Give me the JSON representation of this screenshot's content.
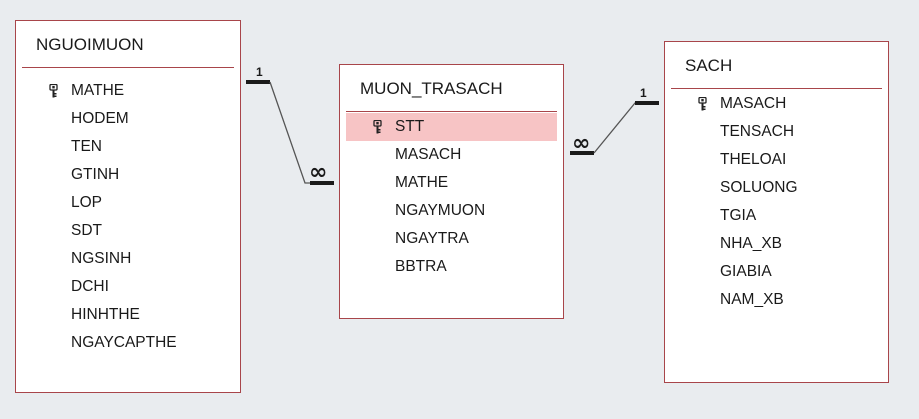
{
  "tables": [
    {
      "id": "nguoimuon",
      "title": "NGUOIMUON",
      "fields": [
        {
          "name": "MATHE",
          "primary_key": true
        },
        {
          "name": "HODEM"
        },
        {
          "name": "TEN"
        },
        {
          "name": "GTINH"
        },
        {
          "name": "LOP"
        },
        {
          "name": "SDT"
        },
        {
          "name": "NGSINH"
        },
        {
          "name": "DCHI"
        },
        {
          "name": "HINHTHE"
        },
        {
          "name": "NGAYCAPTHE"
        }
      ]
    },
    {
      "id": "muon_trasach",
      "title": "MUON_TRASACH",
      "fields": [
        {
          "name": "STT",
          "primary_key": true,
          "selected": true
        },
        {
          "name": "MASACH"
        },
        {
          "name": "MATHE"
        },
        {
          "name": "NGAYMUON"
        },
        {
          "name": "NGAYTRA"
        },
        {
          "name": "BBTRA"
        }
      ]
    },
    {
      "id": "sach",
      "title": "SACH",
      "fields": [
        {
          "name": "MASACH",
          "primary_key": true
        },
        {
          "name": "TENSACH"
        },
        {
          "name": "THELOAI"
        },
        {
          "name": "SOLUONG"
        },
        {
          "name": "TGIA"
        },
        {
          "name": "NHA_XB"
        },
        {
          "name": "GIABIA"
        },
        {
          "name": "NAM_XB"
        }
      ]
    }
  ],
  "relationships": [
    {
      "from": "NGUOIMUON",
      "to": "MUON_TRASACH",
      "one_label": "1",
      "many_label": "∞"
    },
    {
      "from": "SACH",
      "to": "MUON_TRASACH",
      "one_label": "1",
      "many_label": "∞"
    }
  ],
  "colors": {
    "border": "#a8454a",
    "selected_row": "#f7c4c5",
    "background": "#e9ecef"
  },
  "icons": {
    "primary_key": "key-icon"
  }
}
